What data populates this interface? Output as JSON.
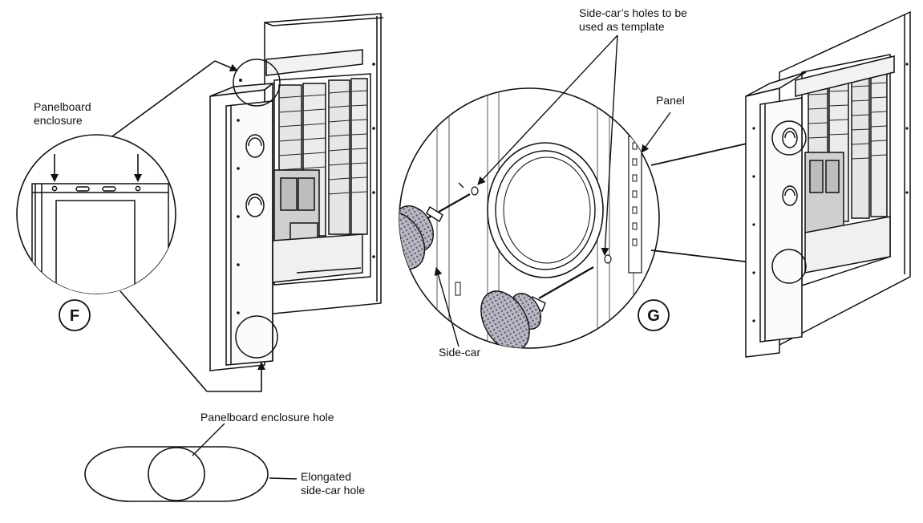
{
  "figure": {
    "labels": {
      "panelboard_enclosure_l1": "Panelboard",
      "panelboard_enclosure_l2": "enclosure",
      "template_holes_l1": "Side-car’s holes to be",
      "template_holes_l2": "used as template",
      "panel": "Panel",
      "side_car": "Side-car",
      "enclosure_hole": "Panelboard enclosure hole",
      "elongated_l1": "Elongated",
      "elongated_l2": "side-car hole"
    },
    "badges": {
      "left": "F",
      "right": "G"
    }
  }
}
